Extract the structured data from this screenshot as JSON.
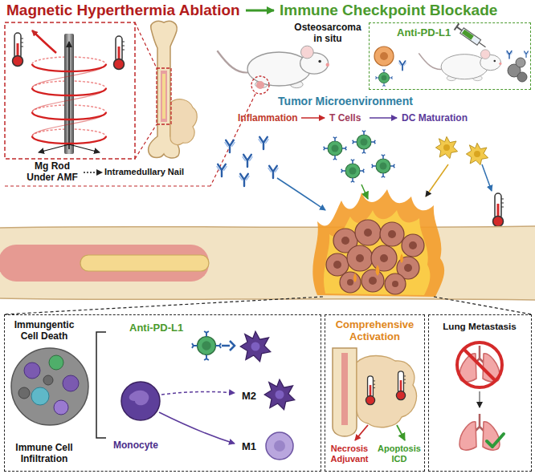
{
  "diagram": {
    "nodes": [
      {
        "text": [
          "Anti-PD-L1"
        ]
      },
      {
        "text": [
          "Immungentic Cell Death",
          "Immune Cell Infiltration",
          "Anti-PD-L1",
          "Monocyte",
          "M2",
          "M1"
        ]
      },
      {
        "text": [
          "Comprehensive Activation",
          "Necrosis Adjuvant",
          "Apoptosis ICD"
        ]
      },
      {
        "text": [
          "Lung Metastasis"
        ]
      }
    ],
    "labels": [
      "Magnetic Hyperthermia Ablation",
      "Immune Checkpoint Blockade",
      "Mg Rod Under AMF",
      "Intramedullary Nail",
      "Osteosarcoma in situ",
      "Tumor Microenvironment",
      "Inflammation",
      "T Cells",
      "DC Maturation"
    ]
  }
}
